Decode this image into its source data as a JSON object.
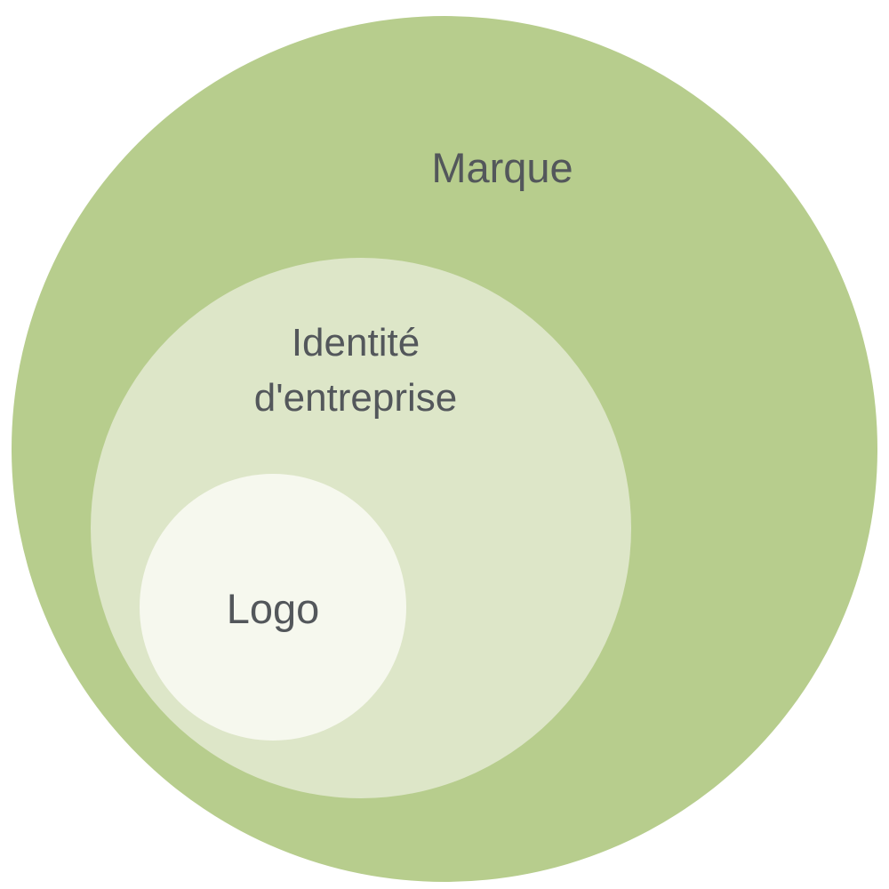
{
  "diagram": {
    "type": "nested-circles",
    "background": "#ffffff",
    "text_color": "#53575b",
    "circles": {
      "outer": {
        "label": "Marque",
        "color": "#b7cd8d"
      },
      "middle": {
        "label_line1": "Identité",
        "label_line2": "d'entreprise",
        "color": "#dde6c8"
      },
      "inner": {
        "label": "Logo",
        "color": "#f6f8ee"
      }
    }
  }
}
